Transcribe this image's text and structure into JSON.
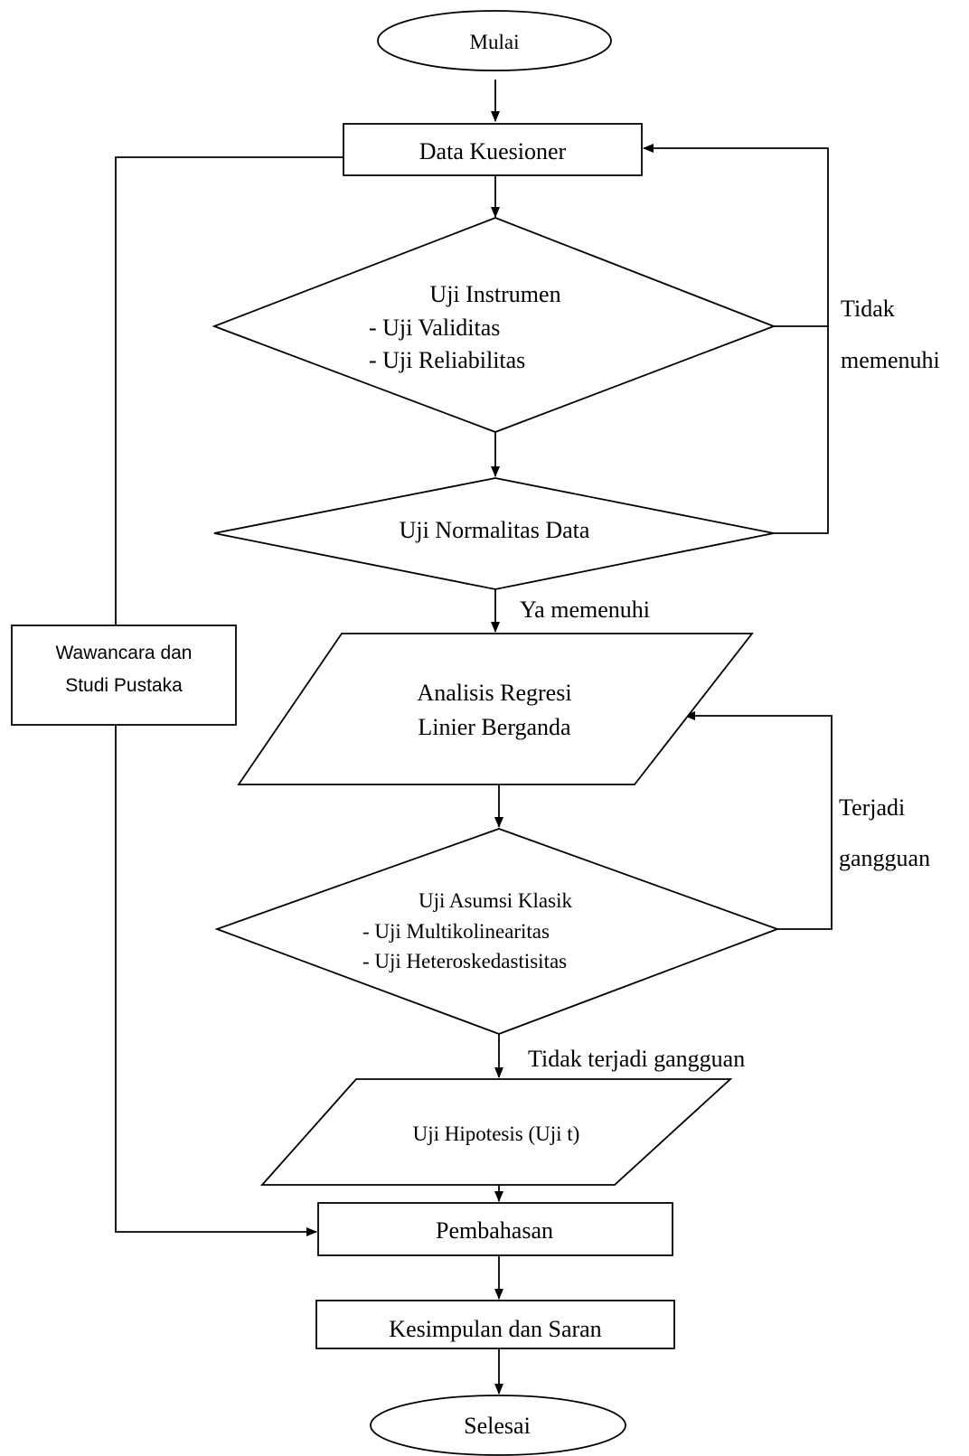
{
  "nodes": {
    "start": "Mulai",
    "data_kuesioner": "Data Kuesioner",
    "uji_instrumen": {
      "title": "Uji Instrumen",
      "items": [
        "- Uji Validitas",
        "- Uji Reliabilitas"
      ]
    },
    "uji_normalitas": "Uji Normalitas Data",
    "analisis_regresi": [
      "Analisis Regresi",
      "Linier Berganda"
    ],
    "uji_asumsi": {
      "title": "Uji Asumsi Klasik",
      "items": [
        "- Uji Multikolinearitas",
        "- Uji Heteroskedastisitas"
      ]
    },
    "uji_hipotesis": "Uji Hipotesis (Uji t)",
    "pembahasan": "Pembahasan",
    "kesimpulan": "Kesimpulan dan Saran",
    "end": "Selesai",
    "wawancara": [
      "Wawancara dan",
      "Studi Pustaka"
    ]
  },
  "edge_labels": {
    "tidak_memenuhi": [
      "Tidak",
      "memenuhi"
    ],
    "ya_memenuhi": "Ya memenuhi",
    "terjadi_gangguan": [
      "Terjadi",
      "gangguan"
    ],
    "tidak_terjadi_gangguan": "Tidak terjadi gangguan"
  },
  "colors": {
    "stroke": "#000000",
    "fill": "#ffffff"
  }
}
